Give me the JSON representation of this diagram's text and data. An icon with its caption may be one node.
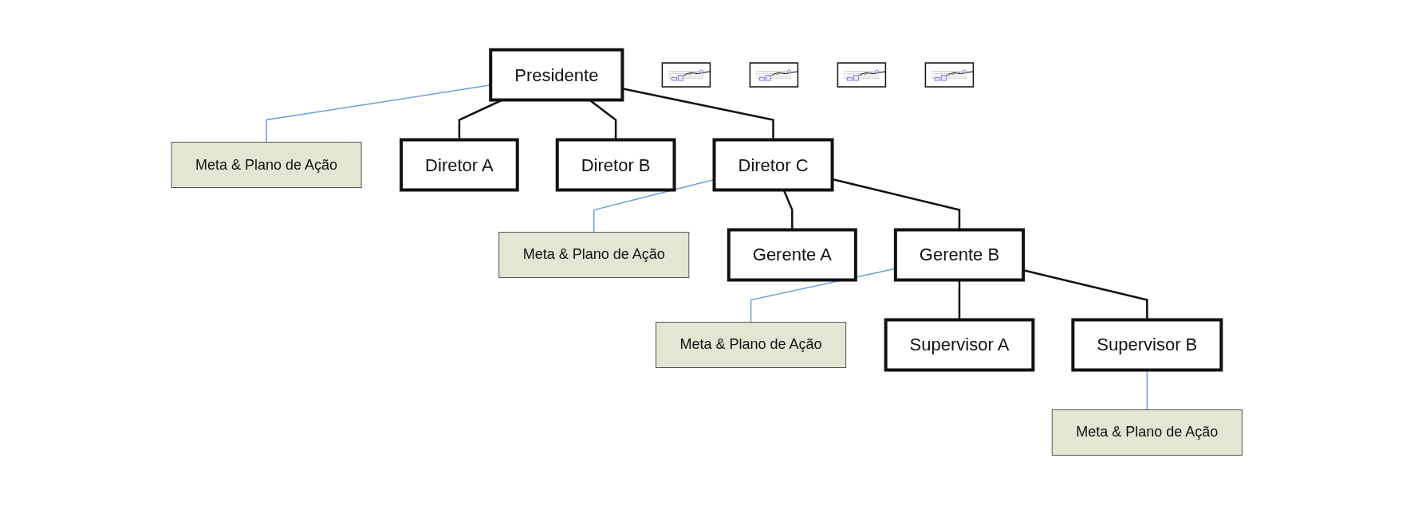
{
  "diagram": {
    "nodes": [
      {
        "text": [
          "Presidente"
        ]
      },
      {
        "text": [
          "Meta & Plano de Ação"
        ]
      },
      {
        "text": [],
        "shape": "picture"
      },
      {
        "text": [
          "Diretor A"
        ]
      },
      {
        "text": [
          "Diretor B"
        ]
      },
      {
        "text": [
          "Diretor C"
        ]
      },
      {
        "text": [
          "Meta & Plano de Ação"
        ]
      },
      {
        "text": [],
        "shape": "picture"
      },
      {
        "text": [
          "Gerente A"
        ]
      },
      {
        "text": [
          "Gerente B"
        ]
      },
      {
        "text": [
          "Meta & Plano de Ação"
        ]
      },
      {
        "text": [],
        "shape": "picture"
      },
      {
        "text": [
          "Supervisor A"
        ]
      },
      {
        "text": [
          "Supervisor B"
        ]
      },
      {
        "text": [
          "Meta & Plano de Ação"
        ]
      },
      {
        "text": [],
        "shape": "picture"
      }
    ],
    "edges": [
      {
        "from": 0,
        "to": 1,
        "arrow": "none",
        "color": "#6f9fd8"
      },
      {
        "from": 0,
        "to": 3,
        "arrow": "none"
      },
      {
        "from": 0,
        "to": 4,
        "arrow": "none"
      },
      {
        "from": 0,
        "to": 5,
        "arrow": "none"
      },
      {
        "from": 5,
        "to": 6,
        "arrow": "none",
        "color": "#6f9fd8"
      },
      {
        "from": 5,
        "to": 8,
        "arrow": "none"
      },
      {
        "from": 5,
        "to": 9,
        "arrow": "none"
      },
      {
        "from": 9,
        "to": 10,
        "arrow": "none",
        "color": "#6f9fd8"
      },
      {
        "from": 9,
        "to": 12,
        "arrow": "none"
      },
      {
        "from": 9,
        "to": 13,
        "arrow": "none"
      },
      {
        "from": 13,
        "to": 14,
        "arrow": "none",
        "color": "#6f9fd8"
      }
    ]
  }
}
